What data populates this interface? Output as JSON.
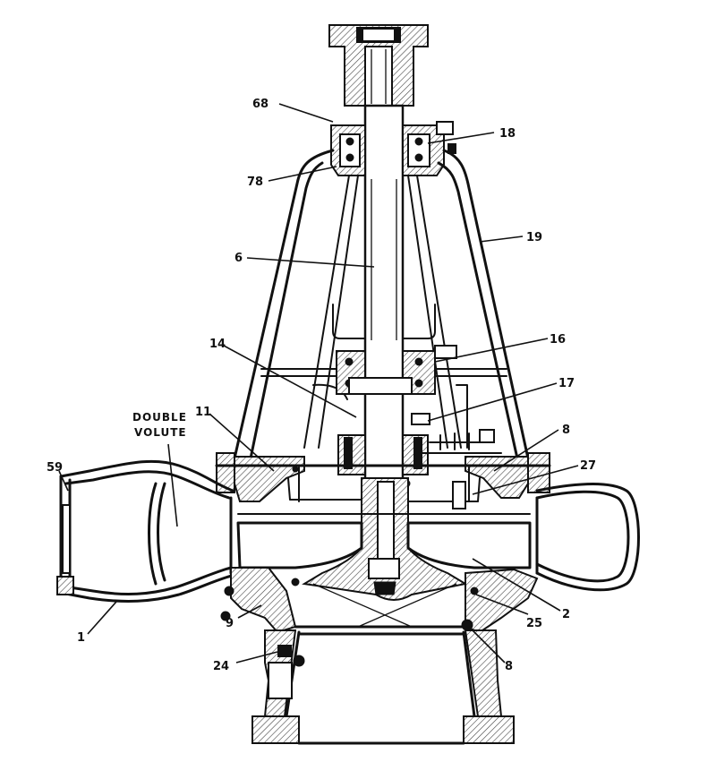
{
  "diagram": {
    "note_lines": [
      "DOUBLE",
      "VOLUTE"
    ],
    "callouts": {
      "c68": "68",
      "c18": "18",
      "c78": "78",
      "c19": "19",
      "c6": "6",
      "c14": "14",
      "c16": "16",
      "c17": "17",
      "c11": "11",
      "c8a": "8",
      "c59": "59",
      "c27": "27",
      "c9": "9",
      "c25": "25",
      "c2": "2",
      "c1": "1",
      "c24": "24",
      "c8b": "8"
    }
  }
}
